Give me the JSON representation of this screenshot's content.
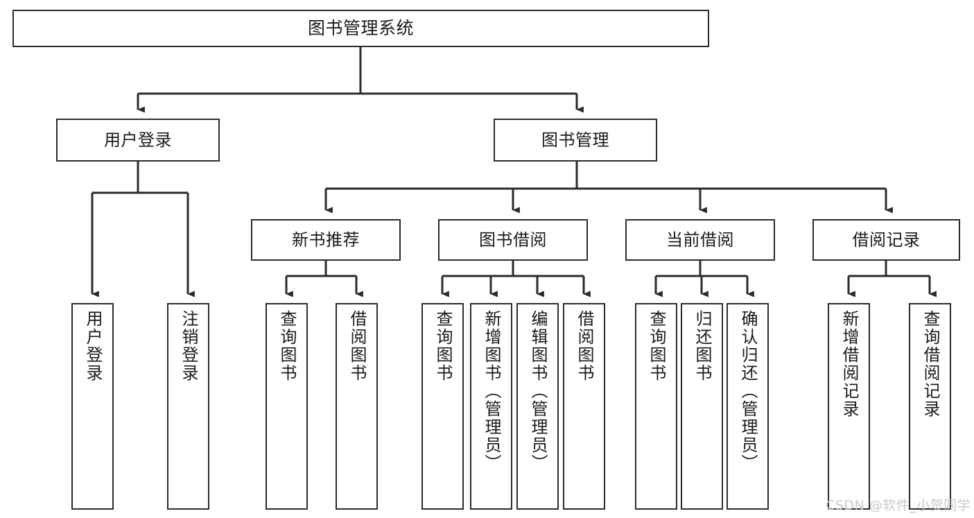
{
  "diagram": {
    "title": "图书管理系统",
    "type": "功能结构图",
    "colors": {
      "stroke": "#2b2b2b",
      "fill": "#ffffff",
      "text": "#1a1a1a",
      "watermark": "#c9c9c9"
    },
    "nodes": {
      "root": {
        "label": "图书管理系统"
      },
      "level2": [
        {
          "label": "用户登录"
        },
        {
          "label": "图书管理"
        }
      ],
      "level3": [
        {
          "label": "新书推荐"
        },
        {
          "label": "图书借阅"
        },
        {
          "label": "当前借阅"
        },
        {
          "label": "借阅记录"
        }
      ],
      "leaves": {
        "user_login": [
          {
            "label": "用户登录"
          },
          {
            "label": "注销登录"
          }
        ],
        "new_book": [
          {
            "label": "查询图书"
          },
          {
            "label": "借阅图书"
          }
        ],
        "book_borrow": [
          {
            "label": "查询图书"
          },
          {
            "label": "新增图书（管理员）"
          },
          {
            "label": "编辑图书（管理员）"
          },
          {
            "label": "借阅图书"
          }
        ],
        "current_borrow": [
          {
            "label": "查询图书"
          },
          {
            "label": "归还图书"
          },
          {
            "label": "确认归还（管理员）"
          }
        ],
        "borrow_record": [
          {
            "label": "新增借阅记录"
          },
          {
            "label": "查询借阅记录"
          }
        ]
      }
    },
    "watermark": "CSDN @软件_小贺同学"
  }
}
